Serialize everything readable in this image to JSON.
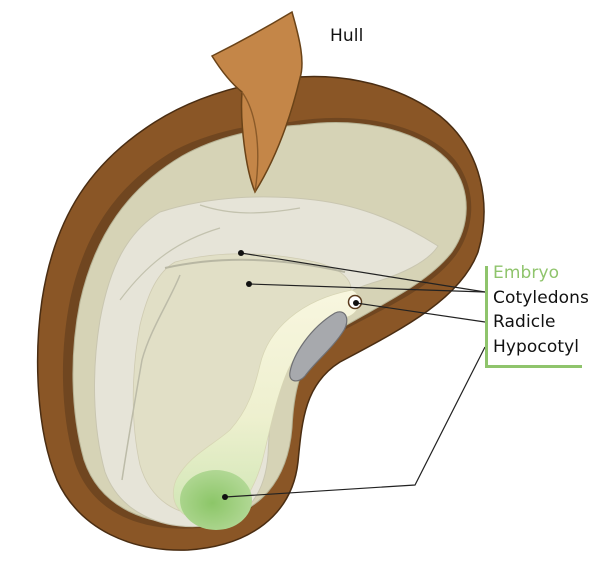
{
  "labels": {
    "hull": "Hull",
    "embryo": "Embryo",
    "cotyledons": "Cotyledons",
    "radicle": "Radicle",
    "hypocotyl": "Hypocotyl"
  },
  "colors": {
    "hull_outer": "#8a5626",
    "hull_flap": "#c48648",
    "endosperm": "#d6d3b6",
    "cotyledon": "#e6e4d8",
    "embryo_accent": "#8fc46c",
    "radicle": "#a7a9ad",
    "leader_line": "#222222",
    "label_text": "#111111"
  }
}
